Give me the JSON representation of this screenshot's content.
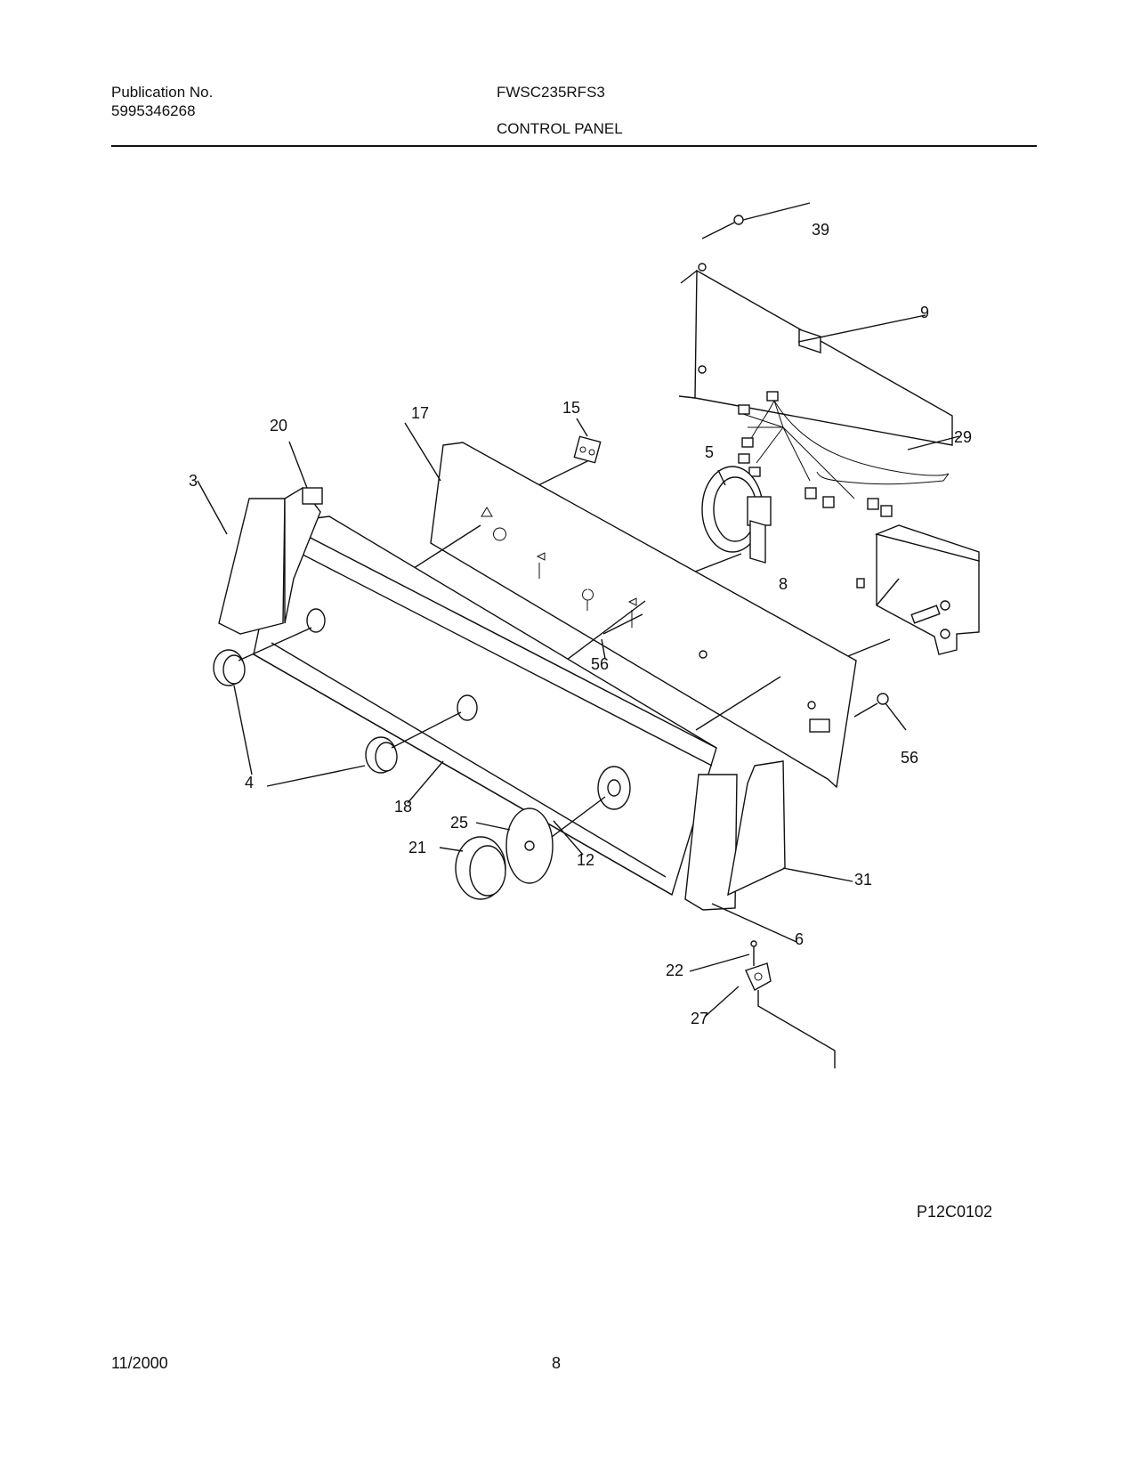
{
  "header": {
    "publication_label": "Publication No.",
    "publication_number": "5995346268",
    "model": "FWSC235RFS3",
    "section_title": "CONTROL PANEL"
  },
  "diagram": {
    "callouts": [
      "39",
      "9",
      "29",
      "15",
      "17",
      "20",
      "3",
      "5",
      "8",
      "56",
      "4",
      "18",
      "25",
      "21",
      "12",
      "31",
      "6",
      "22",
      "27",
      "56"
    ],
    "figure_code": "P12C0102"
  },
  "footer": {
    "date": "11/2000",
    "page": "8"
  }
}
